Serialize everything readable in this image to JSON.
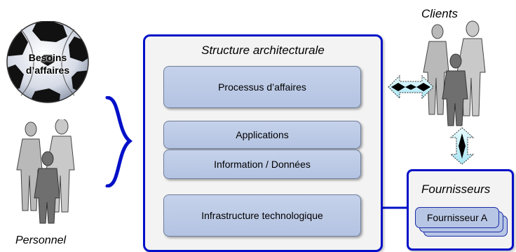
{
  "architecture": {
    "title": "Structure architecturale",
    "layers": [
      "Processus d’affaires",
      "Applications",
      "Information / Données",
      "Infrastructure technologique"
    ]
  },
  "left": {
    "ball_label": "Besoins d’affaires",
    "people_label": "Personnel"
  },
  "right": {
    "clients_label": "Clients",
    "suppliers_title": "Fournisseurs",
    "supplier_name": "Fournisseur A"
  },
  "colors": {
    "frame_border": "#0010c8",
    "layer_fill": "#b9c7e4",
    "connector": "#3a6fc4"
  }
}
